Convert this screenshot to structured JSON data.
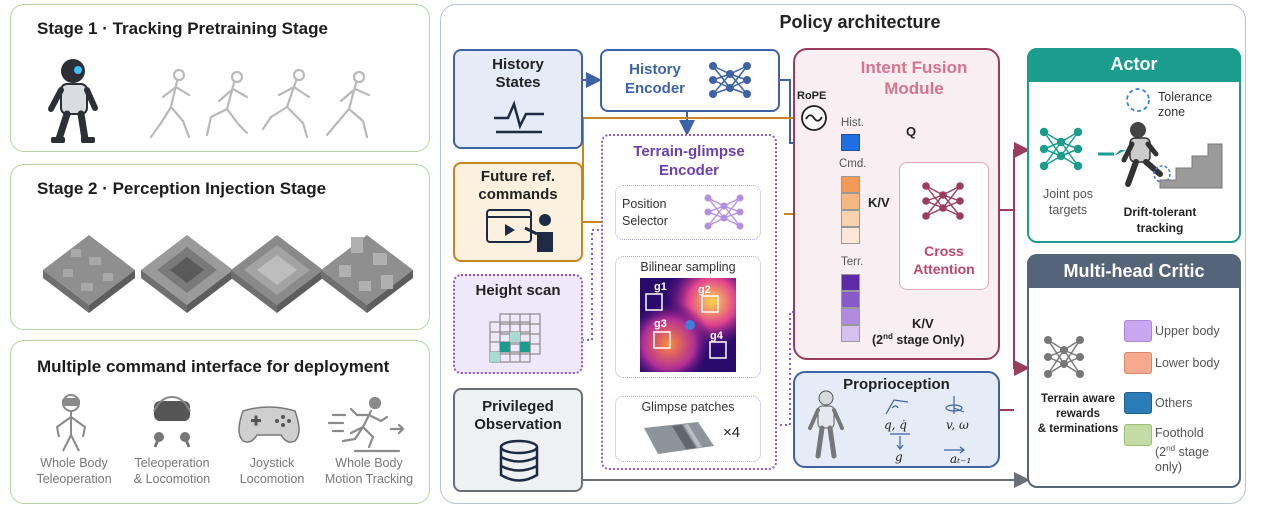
{
  "stages": {
    "stage1_title": "Stage 1 · Tracking Pretraining Stage",
    "stage2_title": "Stage 2 · Perception Injection Stage",
    "deploy_title": "Multiple command interface for deployment",
    "interfaces": [
      {
        "label": "Whole Body\nTeleoperation",
        "icon": "vr-person-icon"
      },
      {
        "label": "Teleoperation\n& Locomotion",
        "icon": "vr-headset-icon"
      },
      {
        "label": "Joystick\nLocomotion",
        "icon": "gamepad-icon"
      },
      {
        "label": "Whole Body\nMotion Tracking",
        "icon": "running-person-icon"
      }
    ]
  },
  "policy": {
    "title": "Policy architecture",
    "history_states": "History\nStates",
    "history_encoder": "History\nEncoder",
    "future_ref": "Future ref.\ncommands",
    "height_scan": "Height scan",
    "privileged": "Privileged\nObservation",
    "terrain_encoder": "Terrain-glimpse\nEncoder",
    "position_selector": "Position\nSelector",
    "bilinear": "Bilinear sampling",
    "glimpse_patches": "Glimpse patches",
    "times4": "×4",
    "glimpse_labels": [
      "g1",
      "g2",
      "g3",
      "g4"
    ],
    "fusion_title": "Intent Fusion\nModule",
    "rope": "RoPE",
    "tokens": {
      "hist": "Hist.",
      "cmd": "Cmd.",
      "terr": "Terr."
    },
    "q": "Q",
    "kv": "K/V",
    "kv2": "K/V",
    "kv2_note_pre": "(2",
    "kv2_note_sup": "nd",
    "kv2_note_post": " stage Only)",
    "cross_attention": "Cross\nAttention",
    "proprioception": "Proprioception",
    "proprio_symbols": [
      "q, q̇",
      "v, ω",
      "g",
      "aₜ₋₁"
    ]
  },
  "actor": {
    "title": "Actor",
    "tolerance": "Tolerance\nzone",
    "joint_targets": "Joint pos\ntargets",
    "drift": "Drift-tolerant\ntracking"
  },
  "critic": {
    "title": "Multi-head Critic",
    "rewards": "Terrain aware\nrewards\n& terminations",
    "legend": [
      {
        "label": "Upper body",
        "color": "#c8a6f0"
      },
      {
        "label": "Lower body",
        "color": "#f6a98e"
      },
      {
        "label": "Others",
        "color": "#2a7db6"
      },
      {
        "label": "Foothold\n(2",
        "sup": "nd",
        "post": " stage\nonly)",
        "color": "#c3dca5"
      }
    ]
  },
  "colors": {
    "blue": "#3d62a5",
    "orange": "#c7861e",
    "purple": "#8a5cc7",
    "maroon": "#9b3b5e",
    "teal": "#1a9d8c",
    "slate": "#56647a",
    "gray": "#6b7078"
  }
}
